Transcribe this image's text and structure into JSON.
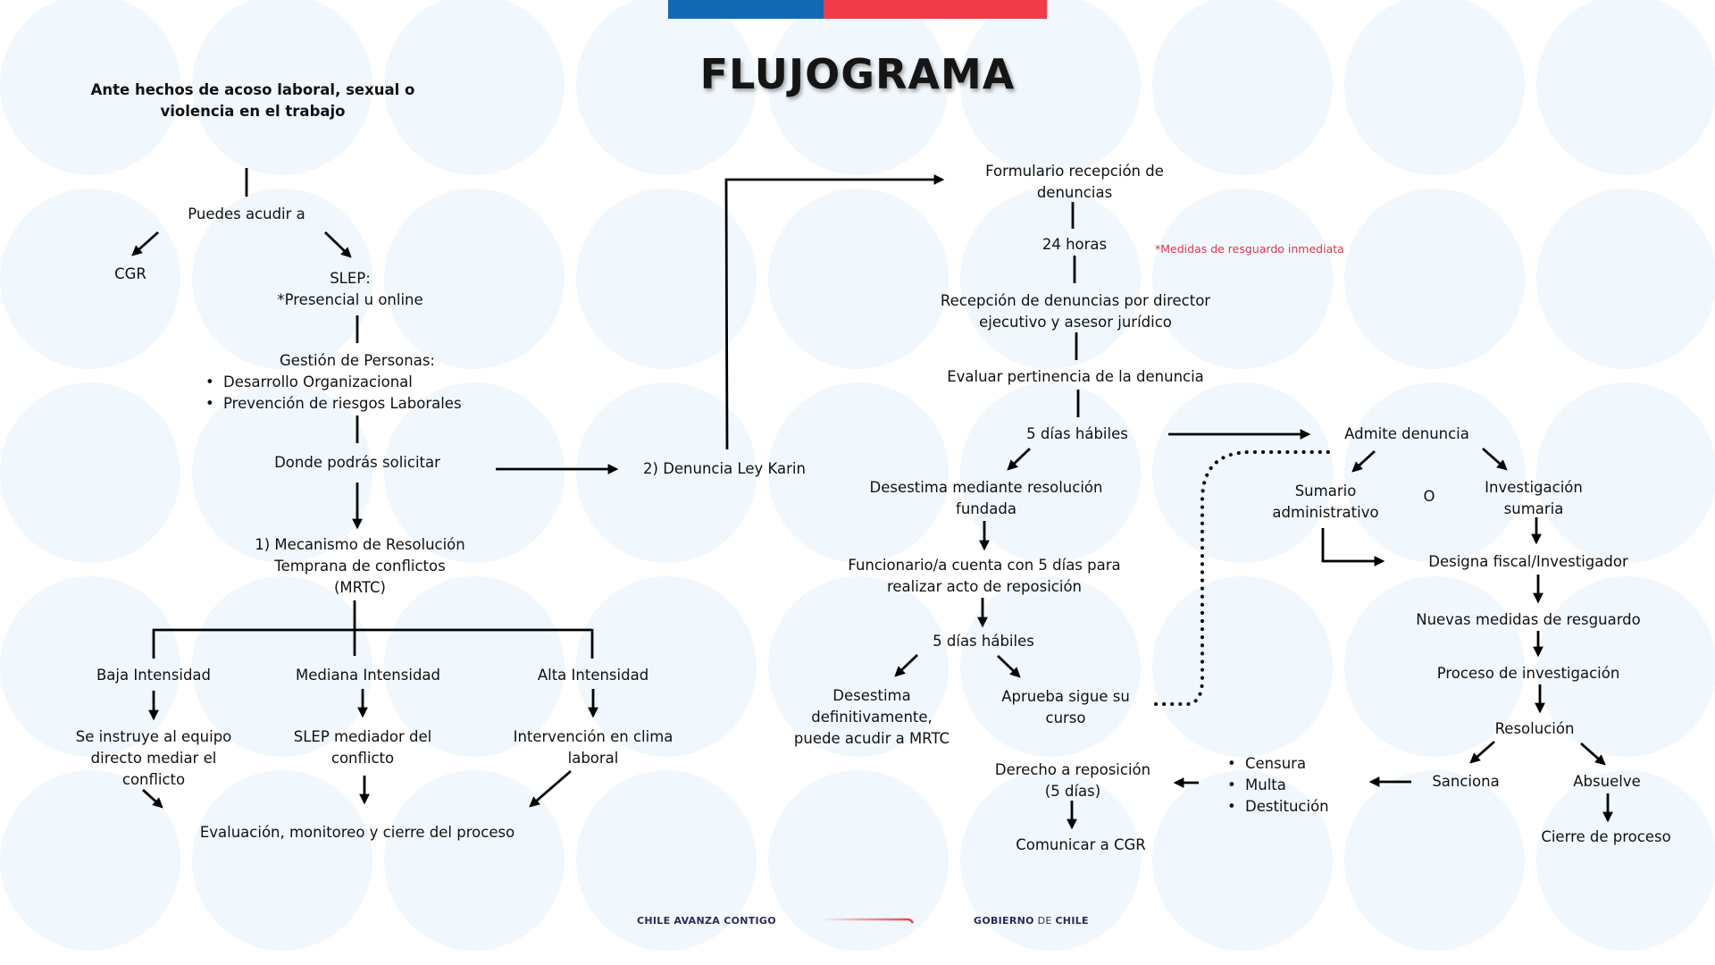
{
  "header": {
    "title": "FLUJOGRAMA",
    "flag_colors": {
      "blue": "#1169b3",
      "red": "#ef3b4a"
    }
  },
  "colors": {
    "background": "#ffffff",
    "circle_fill": "#f0f8fd",
    "line": "#000000",
    "note_red": "#e8344a",
    "footer_navy": "#2b2a5e"
  },
  "left_flow": {
    "start": [
      "Ante hechos de acoso laboral, sexual o",
      "violencia en el trabajo"
    ],
    "puedes_acudir": "Puedes acudir a",
    "cgr": "CGR",
    "slep": [
      "SLEP:",
      "*Presencial u online"
    ],
    "gestion_title": "Gestión de Personas:",
    "gestion_items": [
      "Desarrollo Organizacional",
      "Prevención de riesgos Laborales"
    ],
    "donde": "Donde podrás solicitar",
    "mrtc": [
      "1) Mecanismo de Resolución",
      "Temprana de conflictos",
      "(MRTC)"
    ],
    "intensities": [
      {
        "label": "Baja Intensidad",
        "action": [
          "Se instruye al equipo",
          "directo mediar el",
          "conflicto"
        ]
      },
      {
        "label": "Mediana Intensidad",
        "action": [
          "SLEP mediador del",
          "conflicto"
        ]
      },
      {
        "label": "Alta Intensidad",
        "action": [
          "Intervención en clima",
          "laboral"
        ]
      }
    ],
    "evaluacion": "Evaluación, monitoreo y cierre del proceso"
  },
  "karin_flow": {
    "denuncia": "2) Denuncia Ley Karin",
    "formulario": [
      "Formulario recepción de",
      "denuncias"
    ],
    "horas": "24 horas",
    "medidas_note": "*Medidas de resguardo inmediata",
    "recepcion": [
      "Recepción de denuncias por director",
      "ejecutivo y asesor jurídico"
    ],
    "evaluar": "Evaluar pertinencia de la denuncia",
    "dias_1": "5 días hábiles",
    "desestima_fundada": [
      "Desestima mediante resolución",
      "fundada"
    ],
    "funcionario": [
      "Funcionario/a cuenta con 5 días para",
      "realizar acto de reposición"
    ],
    "dias_2": "5 días hábiles",
    "desestima_def": [
      "Desestima",
      "definitivamente,",
      "puede acudir a MRTC"
    ],
    "aprueba": [
      "Aprueba sigue su",
      "curso"
    ]
  },
  "admite_flow": {
    "admite": "Admite denuncia",
    "sumario": [
      "Sumario",
      "administrativo"
    ],
    "o": "O",
    "investigacion_sumaria": [
      "Investigación",
      "sumaria"
    ],
    "designa": "Designa fiscal/Investigador",
    "nuevas_medidas": "Nuevas medidas de resguardo",
    "proceso": "Proceso de investigación",
    "resolucion": "Resolución",
    "sanciona": "Sanciona",
    "absuelve": "Absuelve",
    "cierre": "Cierre de proceso",
    "sanciones": [
      "Censura",
      "Multa",
      "Destitución"
    ],
    "derecho": [
      "Derecho a reposición",
      "(5 días)"
    ],
    "comunicar": "Comunicar a CGR"
  },
  "footer": {
    "left_brand_light": "CHILE ",
    "left_brand_bold": "AVANZA",
    "left_brand_tail": " CONTIGO",
    "right_brand_a": "GOBIERNO",
    "right_brand_b": " DE ",
    "right_brand_c": "CHILE",
    "logo_icon": "chile-swoosh-logo"
  }
}
